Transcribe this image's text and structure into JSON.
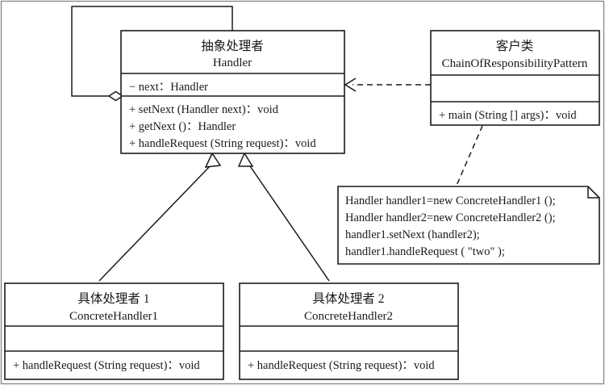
{
  "diagram": {
    "kind": "uml-class-diagram",
    "title_pattern": "ChainOfResponsibilityPattern",
    "colors": {
      "stroke": "#1a1a1a",
      "fill": "#ffffff",
      "frame": "#8c8c8c"
    },
    "classes": [
      {
        "id": "handler",
        "name_cn": "抽象处理者",
        "name_en": "Handler",
        "attributes": [
          "− next：Handler"
        ],
        "operations": [
          "+ setNext (Handler next)：void",
          "+ getNext ()：Handler",
          "+ handleRequest (String request)：void"
        ]
      },
      {
        "id": "client",
        "name_cn": "客户类",
        "name_en": "ChainOfResponsibilityPattern",
        "attributes": [],
        "operations": [
          "+ main (String [] args)：void"
        ]
      },
      {
        "id": "concrete1",
        "name_cn": "具体处理者 1",
        "name_en": "ConcreteHandler1",
        "attributes": [],
        "operations": [
          "+ handleRequest (String request)：void"
        ]
      },
      {
        "id": "concrete2",
        "name_cn": "具体处理者 2",
        "name_en": "ConcreteHandler2",
        "attributes": [],
        "operations": [
          "+ handleRequest (String request)：void"
        ]
      }
    ],
    "note": {
      "id": "client-code-note",
      "lines": [
        "Handler handler1=new ConcreteHandler1 ();",
        "Handler handler2=new ConcreteHandler2 ();",
        "handler1.setNext (handler2);",
        "handler1.handleRequest (  \"two\"  );"
      ]
    },
    "relations": [
      {
        "id": "self-aggregation",
        "type": "aggregation",
        "from": "handler",
        "to": "handler",
        "style": "solid",
        "end_marker": "hollow-diamond"
      },
      {
        "id": "client-dependency",
        "type": "dependency",
        "from": "client",
        "to": "handler",
        "style": "dashed",
        "end_marker": "open-arrow"
      },
      {
        "id": "generalization-1",
        "type": "generalization",
        "from": "concrete1",
        "to": "handler",
        "style": "solid",
        "end_marker": "hollow-triangle"
      },
      {
        "id": "generalization-2",
        "type": "generalization",
        "from": "concrete2",
        "to": "handler",
        "style": "solid",
        "end_marker": "hollow-triangle"
      },
      {
        "id": "note-anchor",
        "type": "note-link",
        "from": "client-code-note",
        "to": "client",
        "style": "dashed",
        "end_marker": "none"
      }
    ]
  }
}
